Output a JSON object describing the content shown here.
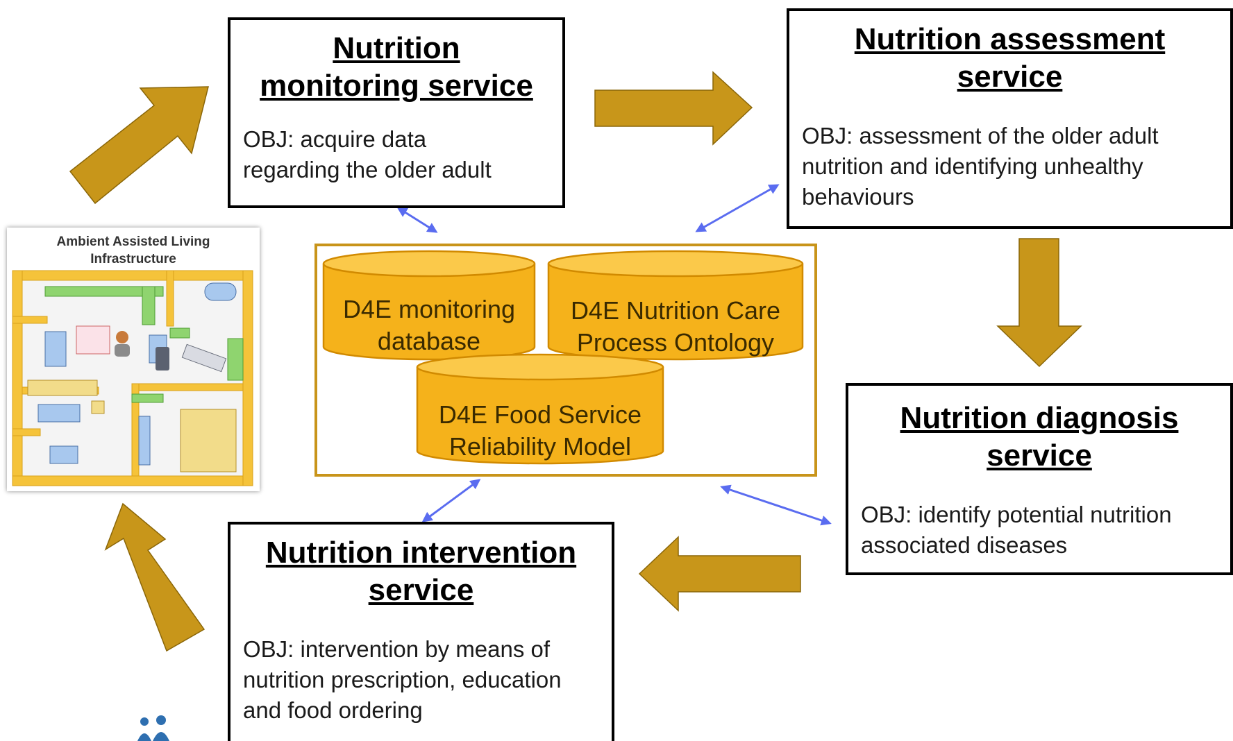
{
  "services": {
    "monitoring": {
      "title_line1": "Nutrition",
      "title_line2": "monitoring service",
      "obj_line1": "OBJ: acquire data",
      "obj_line2": "regarding the older adult"
    },
    "assessment": {
      "title_line1": "Nutrition assessment",
      "title_line2": "service",
      "obj_line1": "OBJ: assessment of the older adult",
      "obj_line2": "nutrition and identifying unhealthy",
      "obj_line3": "behaviours"
    },
    "diagnosis": {
      "title_line1": "Nutrition diagnosis",
      "title_line2": "service",
      "obj_line1": "OBJ: identify potential nutrition",
      "obj_line2": "associated diseases"
    },
    "intervention": {
      "title_line1": "Nutrition intervention",
      "title_line2": "service",
      "obj_line1": "OBJ: intervention by means of",
      "obj_line2": "nutrition prescription, education",
      "obj_line3": "and food ordering"
    }
  },
  "databases": {
    "monitoring_db": {
      "line1": "D4E monitoring",
      "line2": "database"
    },
    "ontology_db": {
      "line1": "D4E Nutrition Care",
      "line2": "Process Ontology"
    },
    "food_db": {
      "line1": "D4E Food Service",
      "line2": "Reliability Model"
    }
  },
  "aal": {
    "title_line1": "Ambient Assisted Living",
    "title_line2": "Infrastructure"
  },
  "colors": {
    "flow_arrow": "#c8961a",
    "flow_arrow_edge": "#8a6608",
    "link_arrow": "#5a6cf0",
    "db_fill": "#f5b21b",
    "db_top": "#fbc94a",
    "db_stroke": "#d18a00",
    "container_border": "#c8941a"
  },
  "icons": {
    "flow": "block-arrow-icon",
    "link": "double-headed-arrow-icon",
    "database": "database-cylinder-icon",
    "logo": "people-logo-icon"
  }
}
